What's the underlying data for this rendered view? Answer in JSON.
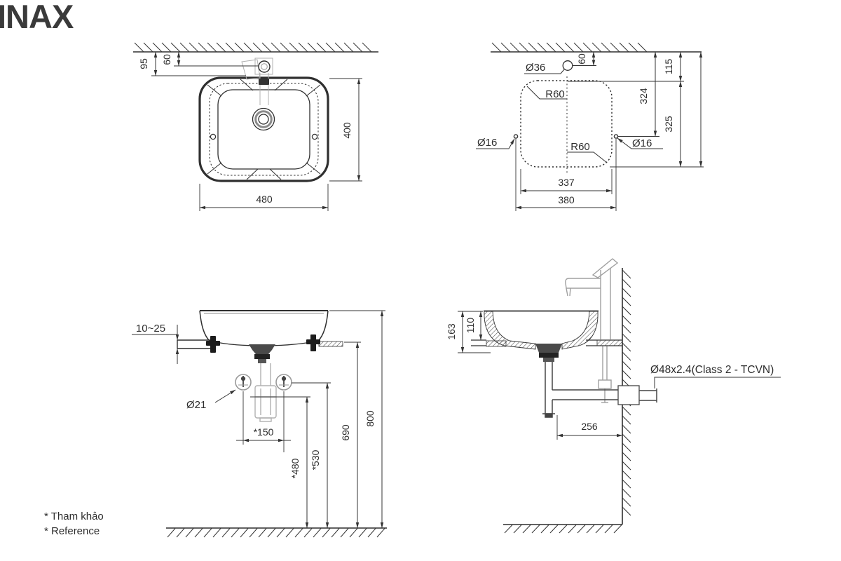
{
  "brand": "INAX",
  "palette": {
    "line": "#333333",
    "faint_gray": "#b0b0b0",
    "dark_fill": "#222222"
  },
  "plan": {
    "d95": "95",
    "d60": "60",
    "d400": "400",
    "d480": "480"
  },
  "cutout": {
    "hole36": "Ø36",
    "d60": "60",
    "r60a": "R60",
    "r60b": "R60",
    "hole16l": "Ø16",
    "hole16r": "Ø16",
    "d115": "115",
    "d324": "324",
    "d325": "325",
    "d337": "337",
    "d380": "380"
  },
  "front": {
    "thk": "10~25",
    "hole21": "Ø21",
    "d150": "*150",
    "d480": "*480",
    "d530": "*530",
    "d690": "690",
    "d800": "800"
  },
  "side": {
    "d163": "163",
    "d110": "110",
    "d256": "256",
    "pipe": "Ø48x2.4(Class 2 - TCVN)"
  },
  "notes": {
    "l1": "* Tham khảo",
    "l2": "* Reference"
  }
}
